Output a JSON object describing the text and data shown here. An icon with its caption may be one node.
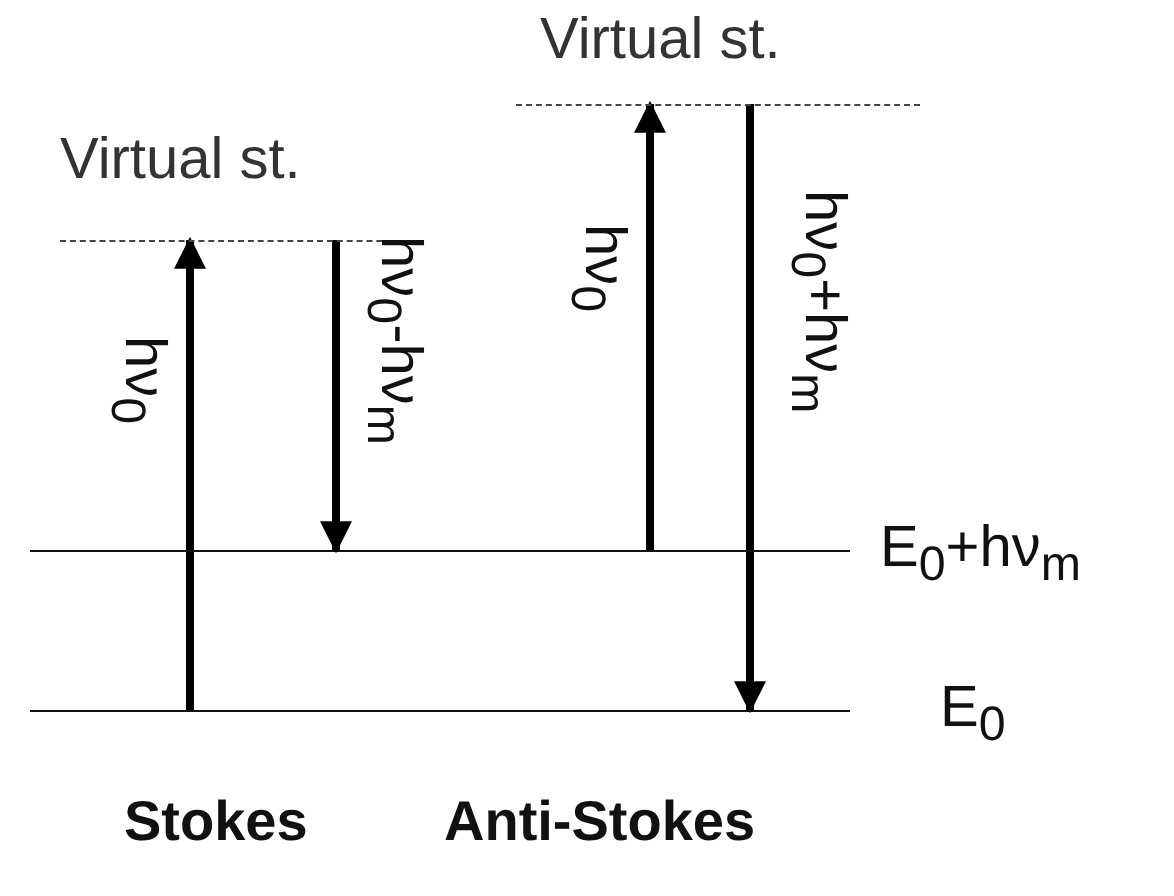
{
  "diagram": {
    "nodes": [
      {
        "text": [
          "Virtual st."
        ]
      },
      {
        "text": [
          "Virtual st."
        ]
      },
      {
        "text": [
          "E$_{0}$+hν$_{m}$"
        ]
      },
      {
        "text": [
          "E$_{0}$"
        ]
      }
    ],
    "edges": [
      {
        "from": 3,
        "to": 0,
        "arrow": "to",
        "label": "hν$_{0}$"
      },
      {
        "from": 0,
        "to": 2,
        "arrow": "to",
        "label": "hν$_{0}$-hν$_{m}$"
      },
      {
        "from": 2,
        "to": 1,
        "arrow": "to",
        "label": "hν$_{0}$"
      },
      {
        "from": 1,
        "to": 3,
        "arrow": "to",
        "label": "hν$_{0}$+hν$_{m}$"
      }
    ],
    "labels": [
      "Stokes",
      "Anti-Stokes"
    ]
  }
}
